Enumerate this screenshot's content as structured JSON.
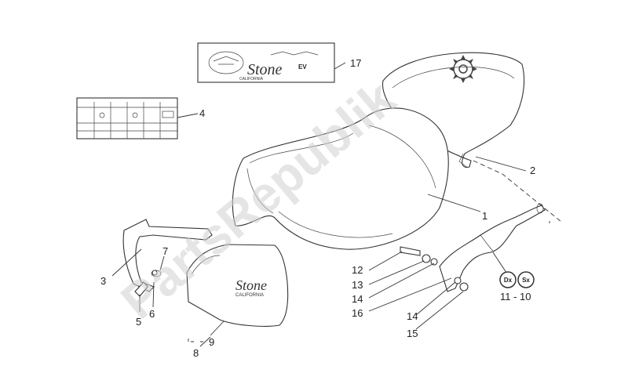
{
  "watermark": "PartsRepublik",
  "decal_top": {
    "script_text": "Stone",
    "sub_text": "CALIFORNIA",
    "badge_text": "EV"
  },
  "side_cover_decal": {
    "script_text": "Stone",
    "sub_text": "CALIFORNIA"
  },
  "labels": {
    "l1": "1",
    "l2": "2",
    "l3": "3",
    "l4": "4",
    "l5": "5",
    "l6": "6",
    "l7": "7",
    "l8": "8",
    "l9": "9",
    "l12": "12",
    "l13": "13",
    "l14a": "14",
    "l14b": "14",
    "l15": "15",
    "l16": "16",
    "l17": "17",
    "l1110": "11 - 10"
  },
  "badges": {
    "dx": "Dx",
    "sx": "Sx"
  },
  "colors": {
    "line": "#333333",
    "watermark": "#cfcfcf",
    "background": "#ffffff"
  },
  "icons": {
    "gear": "gear-icon"
  }
}
